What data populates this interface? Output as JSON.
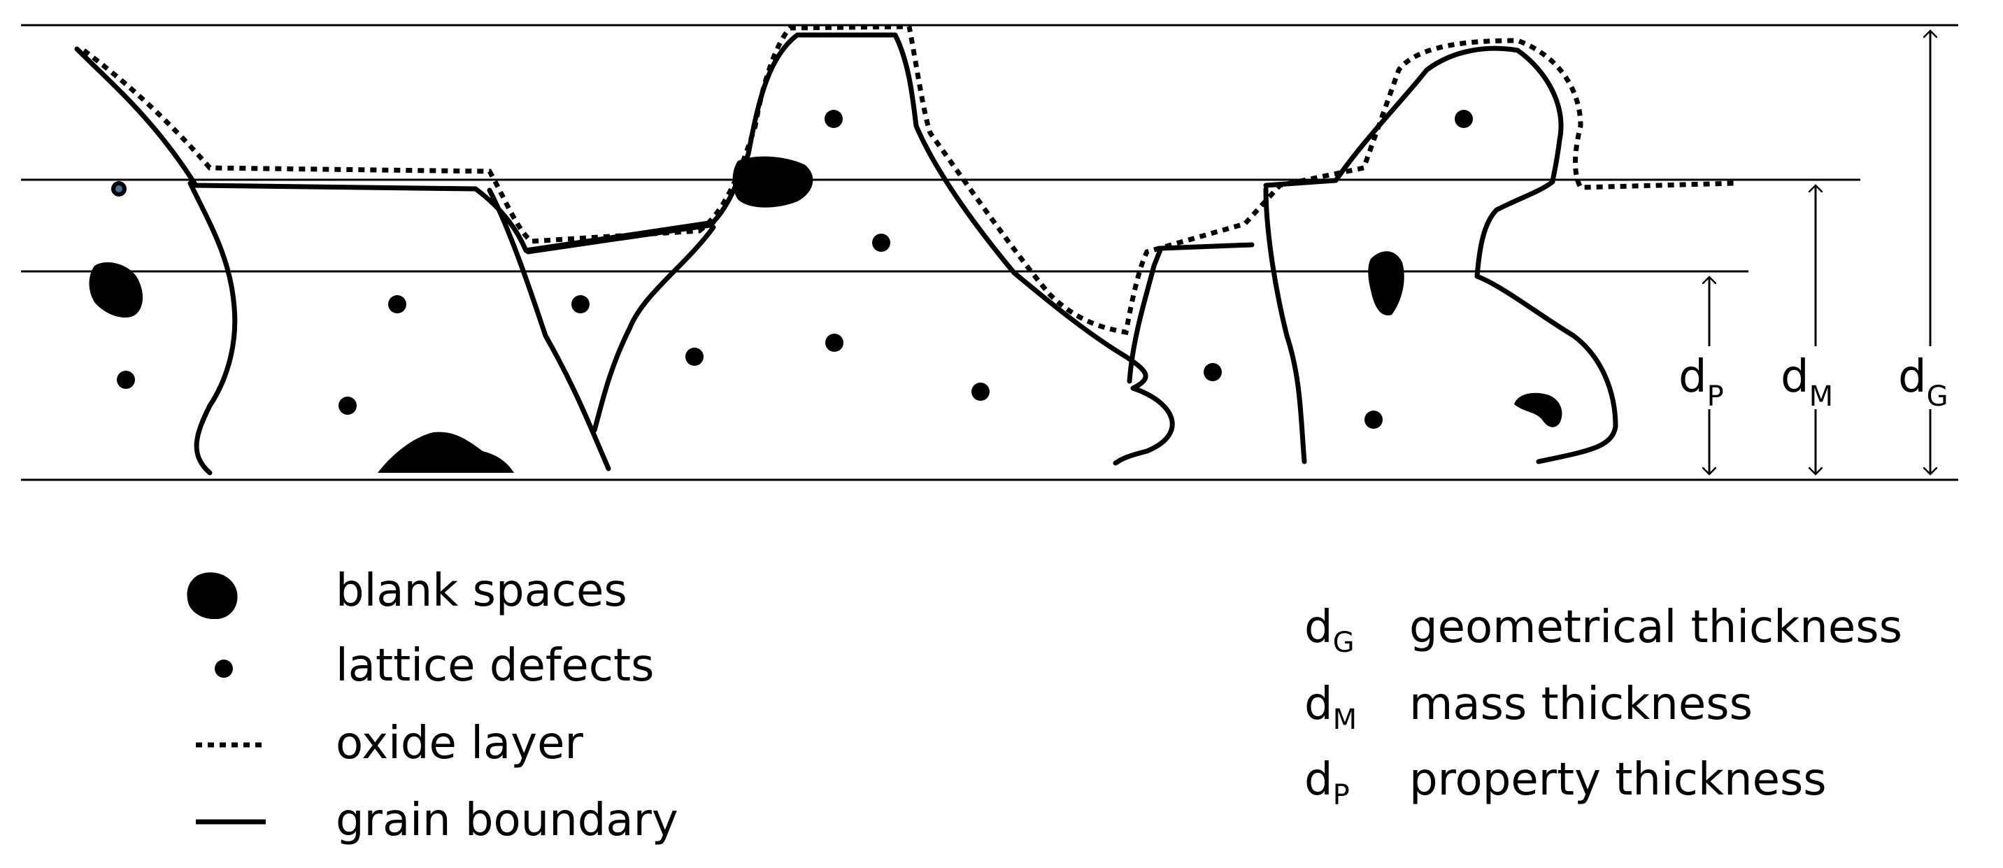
{
  "thickness_labels": {
    "property": {
      "main": "d",
      "sub": "P"
    },
    "mass": {
      "main": "d",
      "sub": "M"
    },
    "geometrical": {
      "main": "d",
      "sub": "G"
    }
  },
  "legend": [
    {
      "symbol": "blob",
      "label": "blank spaces"
    },
    {
      "symbol": "dot",
      "label": "lattice defects"
    },
    {
      "symbol": "dotted-line",
      "label": "oxide layer"
    },
    {
      "symbol": "solid-line",
      "label": "grain boundary"
    }
  ],
  "definitions": [
    {
      "main": "d",
      "sub": "G",
      "text": "geometrical thickness"
    },
    {
      "main": "d",
      "sub": "M",
      "text": "mass thickness"
    },
    {
      "main": "d",
      "sub": "P",
      "text": "property thickness"
    }
  ]
}
